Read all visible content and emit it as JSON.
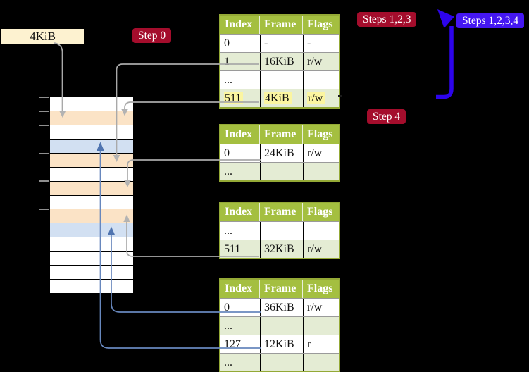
{
  "labels": {
    "frame_size": "4KiB",
    "step0": "Step 0",
    "steps123": "Steps 1,2,3",
    "steps1234": "Steps 1,2,3,4",
    "step4": "Step 4"
  },
  "colors": {
    "badge_red": "#a40d2c",
    "badge_blue": "#4517f2",
    "arrow_blue": "#2d04ec",
    "connector_gray": "#a9a9a9",
    "connector_steel": "#6787bd",
    "arrowhead_steel": "#4f74b0",
    "table_header_green": "#a4bf40",
    "table_border_green": "#94a936",
    "table_row_green": "#e4ecd4",
    "highlight_yellow": "#fbf5a0",
    "frame_label_cream": "#fdf2d0",
    "mem_orange": "#fbe3c6",
    "mem_blue": "#d2e0f2"
  },
  "memory": {
    "row_colors": [
      "white",
      "orange",
      "white",
      "blue",
      "orange",
      "white",
      "orange",
      "white",
      "orange",
      "blue",
      "white",
      "white",
      "white",
      "white"
    ]
  },
  "tables": [
    {
      "headers": [
        "Index",
        "Frame",
        "Flags"
      ],
      "rows": [
        {
          "cells": [
            "0",
            "-",
            "-"
          ],
          "shade": false,
          "highlight": false
        },
        {
          "cells": [
            "1",
            "16KiB",
            "r/w"
          ],
          "shade": true,
          "highlight": false
        },
        {
          "cells": [
            "...",
            "",
            ""
          ],
          "shade": false,
          "highlight": false
        },
        {
          "cells": [
            "511",
            "4KiB",
            "r/w"
          ],
          "shade": true,
          "highlight": true
        }
      ]
    },
    {
      "headers": [
        "Index",
        "Frame",
        "Flags"
      ],
      "rows": [
        {
          "cells": [
            "0",
            "24KiB",
            "r/w"
          ],
          "shade": false,
          "highlight": false
        },
        {
          "cells": [
            "...",
            "",
            ""
          ],
          "shade": true,
          "highlight": false
        }
      ]
    },
    {
      "headers": [
        "Index",
        "Frame",
        "Flags"
      ],
      "rows": [
        {
          "cells": [
            "...",
            "",
            ""
          ],
          "shade": false,
          "highlight": false
        },
        {
          "cells": [
            "511",
            "32KiB",
            "r/w"
          ],
          "shade": true,
          "highlight": false
        }
      ]
    },
    {
      "headers": [
        "Index",
        "Frame",
        "Flags"
      ],
      "rows": [
        {
          "cells": [
            "0",
            "36KiB",
            "r/w"
          ],
          "shade": false,
          "highlight": false
        },
        {
          "cells": [
            "...",
            "",
            ""
          ],
          "shade": true,
          "highlight": false
        },
        {
          "cells": [
            "127",
            "12KiB",
            "r"
          ],
          "shade": false,
          "highlight": false
        },
        {
          "cells": [
            "...",
            "",
            ""
          ],
          "shade": true,
          "highlight": false
        }
      ]
    }
  ]
}
